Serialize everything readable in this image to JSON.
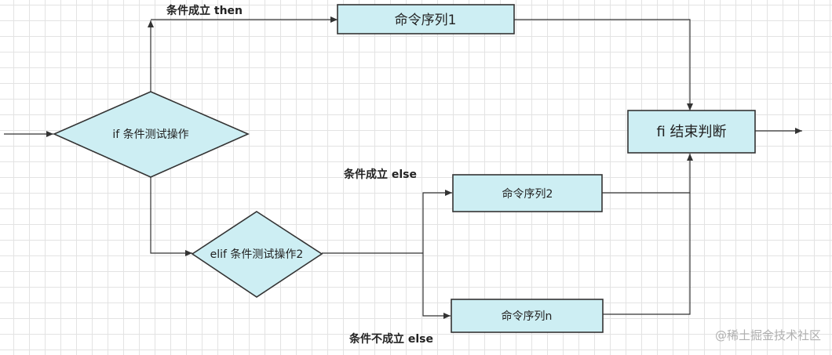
{
  "nodes": {
    "cmd1": "命令序列1",
    "fi": "fi 结束判断",
    "if_cond": "if 条件测试操作",
    "cmd2": "命令序列2",
    "elif_cond": "elif 条件测试操作2",
    "cmdn": "命令序列n"
  },
  "edge_labels": {
    "then": "条件成立 then",
    "else": "条件成立 else",
    "not_else": "条件不成立 else"
  },
  "watermark": "@稀土掘金技术社区",
  "colors": {
    "node_fill": "#cdeef3",
    "node_stroke": "#333333",
    "line": "#333333"
  }
}
